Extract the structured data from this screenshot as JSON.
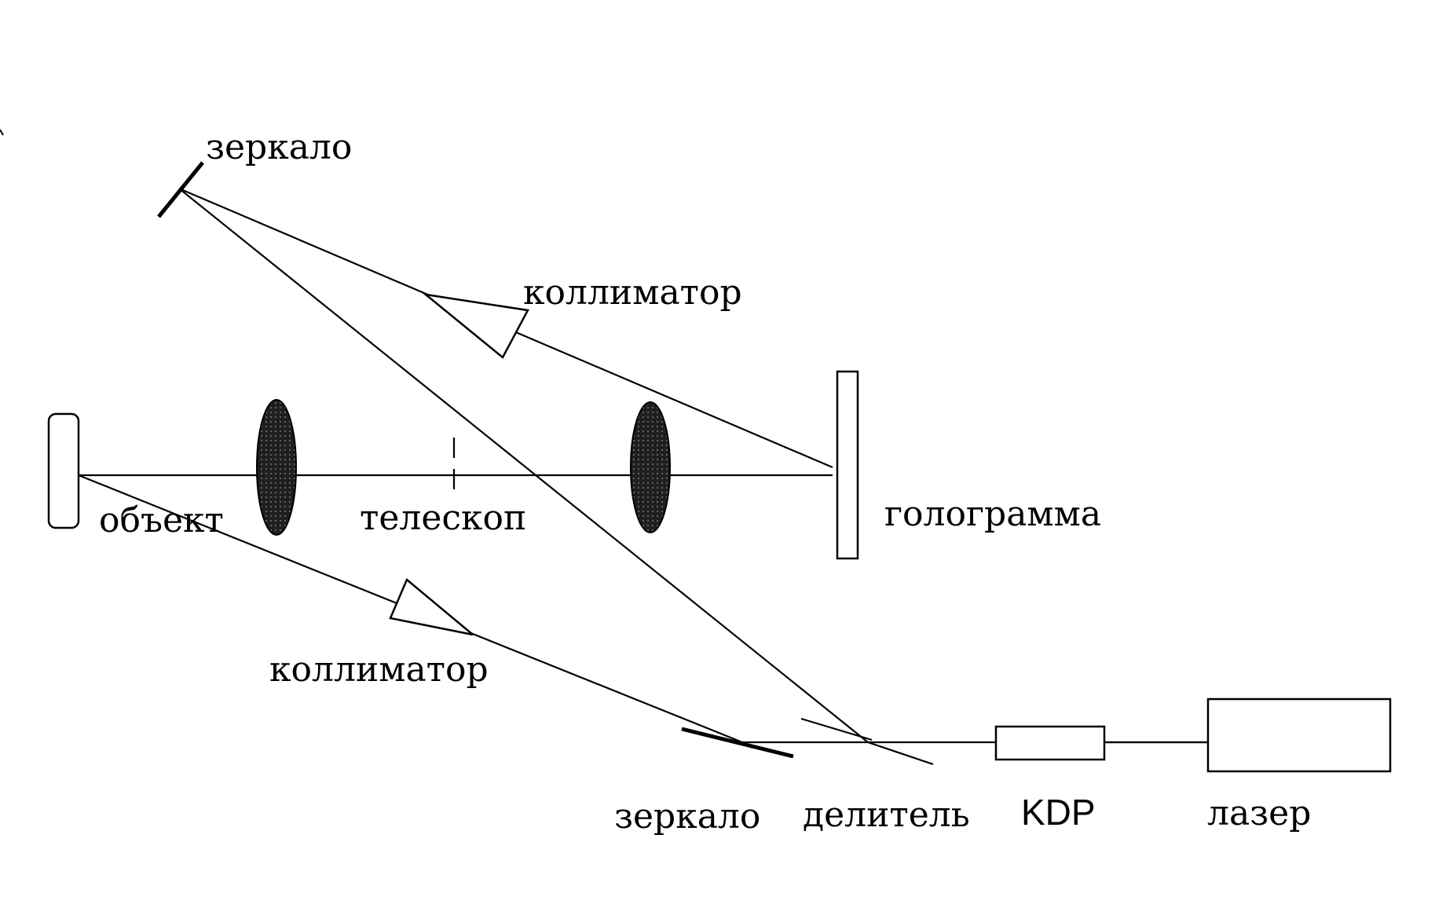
{
  "labels": {
    "mirror_top": "зеркало",
    "collimator_top": "коллиматор",
    "object": "объект",
    "telescope": "телескоп",
    "hologram": "голограмма",
    "collimator_bottom": "коллиматор",
    "mirror_bottom": "зеркало",
    "splitter": "делитель",
    "kdp": "KDP",
    "laser": "лазер"
  },
  "colors": {
    "ink": "#000000",
    "paper": "#ffffff",
    "lens_fill": "#2b2b2b"
  }
}
